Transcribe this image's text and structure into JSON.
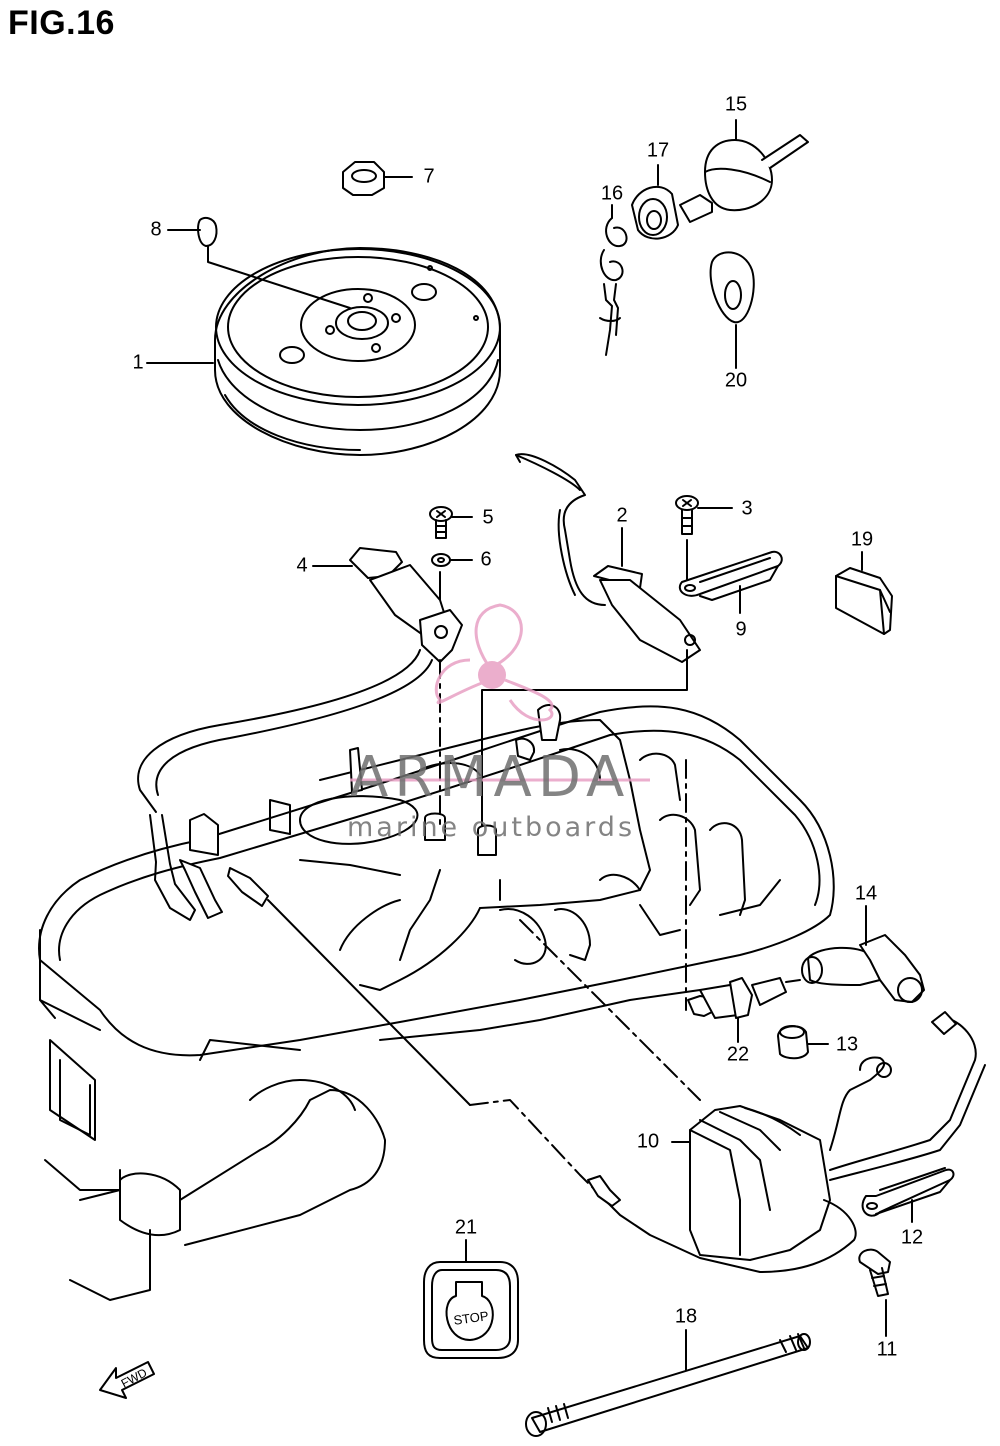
{
  "figure": {
    "title": "FIG.16"
  },
  "callouts": [
    {
      "id": "1",
      "label": "1"
    },
    {
      "id": "2",
      "label": "2"
    },
    {
      "id": "3",
      "label": "3"
    },
    {
      "id": "4",
      "label": "4"
    },
    {
      "id": "5",
      "label": "5"
    },
    {
      "id": "6",
      "label": "6"
    },
    {
      "id": "7",
      "label": "7"
    },
    {
      "id": "8",
      "label": "8"
    },
    {
      "id": "9",
      "label": "9"
    },
    {
      "id": "10",
      "label": "10"
    },
    {
      "id": "11",
      "label": "11"
    },
    {
      "id": "12",
      "label": "12"
    },
    {
      "id": "13",
      "label": "13"
    },
    {
      "id": "14",
      "label": "14"
    },
    {
      "id": "15",
      "label": "15"
    },
    {
      "id": "16",
      "label": "16"
    },
    {
      "id": "17",
      "label": "17"
    },
    {
      "id": "18",
      "label": "18"
    },
    {
      "id": "19",
      "label": "19"
    },
    {
      "id": "20",
      "label": "20"
    },
    {
      "id": "21",
      "label": "21"
    },
    {
      "id": "22",
      "label": "22"
    }
  ],
  "stop_switch": {
    "label": "STOP"
  },
  "direction_arrow": {
    "label": "FWD"
  },
  "watermark": {
    "name": "ARMADA",
    "subtitle": "marine outboards",
    "logo_color": "#e8a0c4",
    "text_color": "#6e6e6e"
  }
}
